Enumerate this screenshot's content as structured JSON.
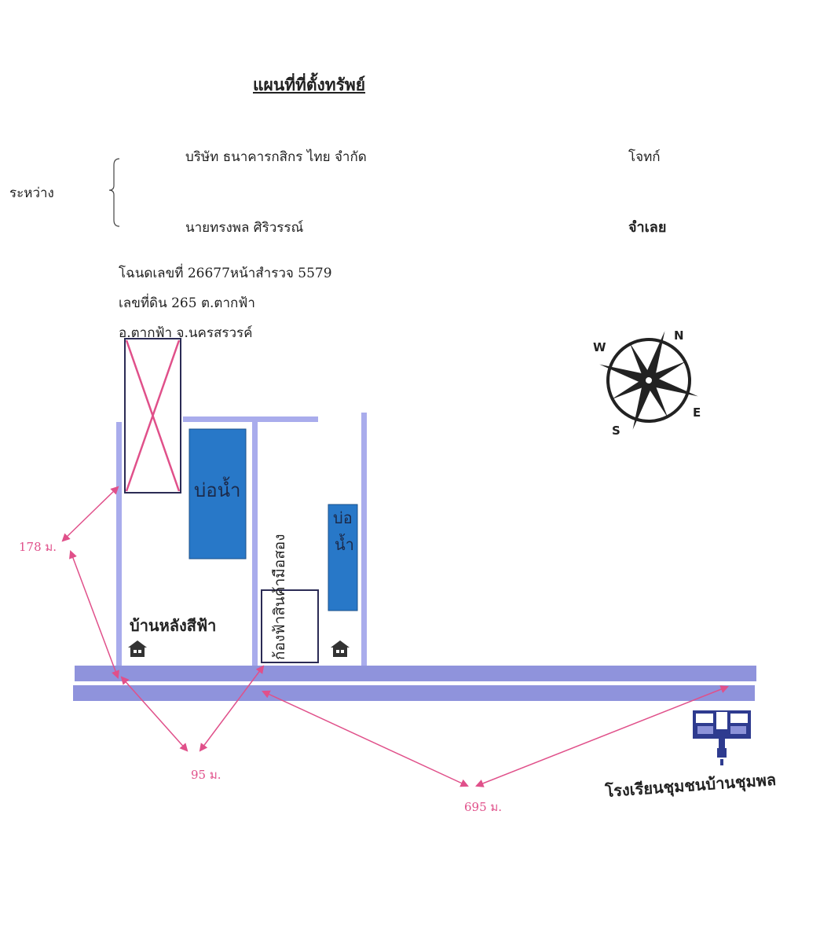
{
  "title": "แผนที่ที่ตั้งทรัพย์",
  "parties": {
    "between_label": "ระหว่าง",
    "plaintiff": {
      "name": "บริษัท ธนาคารกสิกร ไทย จำกัด",
      "role": "โจทก์"
    },
    "defendant": {
      "name": "นายทรงพล ศิริวรรณ์",
      "role": "จำเลย"
    }
  },
  "deed": {
    "line1": "โฉนดเลขที่ 26677หน้าสำรวจ 5579",
    "line2": "เลขที่ดิน 265 ต.ตากฟ้า",
    "line3": "อ.ตากฟ้า จ.นครสรวรค์"
  },
  "map": {
    "landmarks": {
      "pond_large": "บ่อน้ำ",
      "pond_small_line1": "บ่อ",
      "pond_small_line2": "น้ำ",
      "shop": "ก้องฟ้าสินค้ามือสอง",
      "blue_house": "บ้านหลังสีฟ้า",
      "school": "โรงเรียนชุมชนบ้านชุมพล"
    },
    "distances": {
      "d178": "178 ม.",
      "d95": "95 ม.",
      "d695": "695 ม."
    },
    "compass": {
      "n": "N",
      "e": "E",
      "s": "S",
      "w": "W"
    },
    "colors": {
      "road": "#8f93dc",
      "pond": "#2878c8",
      "subject_plot_cross": "#e0508a",
      "distance_arrow": "#e0508a"
    }
  }
}
